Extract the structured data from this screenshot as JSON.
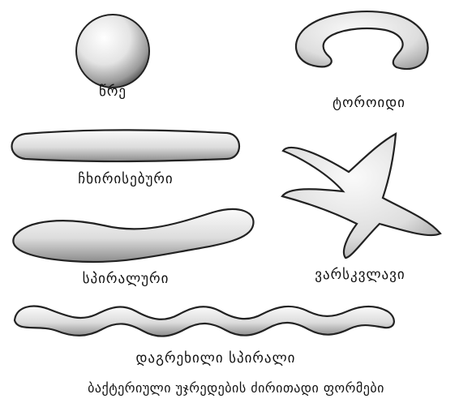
{
  "figure": {
    "shapes": [
      {
        "id": "sphere",
        "label": "წრე"
      },
      {
        "id": "toroid",
        "label": "ტოროიდი"
      },
      {
        "id": "rod",
        "label": "ჩხირისებური"
      },
      {
        "id": "star",
        "label": "ვარსკვლავი"
      },
      {
        "id": "spiral",
        "label": "სპირალური"
      },
      {
        "id": "wavy-spiral",
        "label": "დაგრეხილი სპირალი"
      }
    ],
    "caption": "ბაქტერიული უჯრედების ძირითადი ფორმები"
  }
}
